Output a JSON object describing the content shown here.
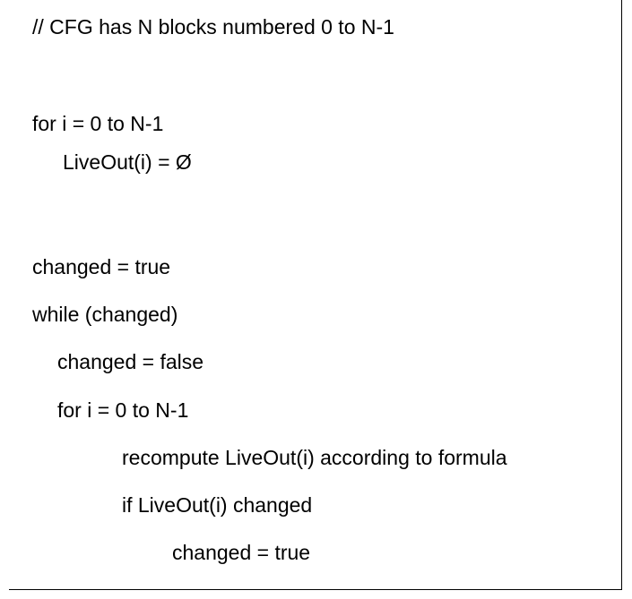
{
  "code_lines": [
    {
      "text": "// CFG has N blocks numbered 0 to N-1",
      "indent": 0
    },
    {
      "text": "for i = 0 to N-1",
      "indent": 0
    },
    {
      "text": "LiveOut(i) = Ø",
      "indent": 1
    },
    {
      "text": "changed = true",
      "indent": 0
    },
    {
      "text": "while (changed)",
      "indent": 0
    },
    {
      "text": "changed = false",
      "indent": 1
    },
    {
      "text": "for i = 0 to N-1",
      "indent": 1
    },
    {
      "text": "recompute LiveOut(i) according to formula",
      "indent": 2
    },
    {
      "text": "if LiveOut(i) changed",
      "indent": 2
    },
    {
      "text": "changed = true",
      "indent": 3
    }
  ]
}
